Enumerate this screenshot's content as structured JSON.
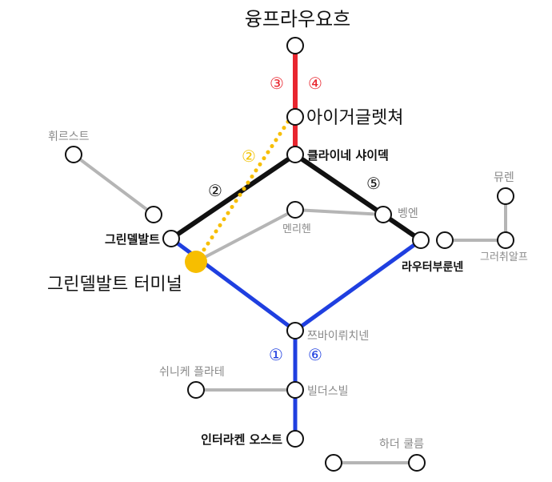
{
  "title": "",
  "colors": {
    "red": "#e8262f",
    "black": "#111111",
    "blue": "#1f3fe0",
    "yellow": "#f7be00",
    "gray": "#b5b5b5",
    "route_red": "#e8262f",
    "route_black": "#111111",
    "route_blue": "#1f3fe0",
    "route_yellow": "#f2c200"
  },
  "stations": {
    "jungfraujoch": "융프라우요흐",
    "eigergletscher": "아이거글렛쳐",
    "kleine_scheidegg": "클라이네 샤이덱",
    "wengen": "벵엔",
    "maennlichen": "멘리헨",
    "grindelwald": "그린델발트",
    "grindelwald_terminal": "그린델발트 터미널",
    "lauterbrunnen": "라우터부룬넨",
    "gruetschalp": "그러취알프",
    "muerren": "뮤렌",
    "first": "휘르스트",
    "zweiluetschinen": "쯔바이뤼치넨",
    "schynige_platte": "쉬니케 플라테",
    "wilderswil": "빌더스빌",
    "interlaken_ost": "인터라켄 오스트",
    "harder_kulm": "하더 쿨름"
  },
  "routes": {
    "r1": "①",
    "r2_black": "②",
    "r2_yellow": "②",
    "r3": "③",
    "r4": "④",
    "r5": "⑤",
    "r6": "⑥"
  }
}
